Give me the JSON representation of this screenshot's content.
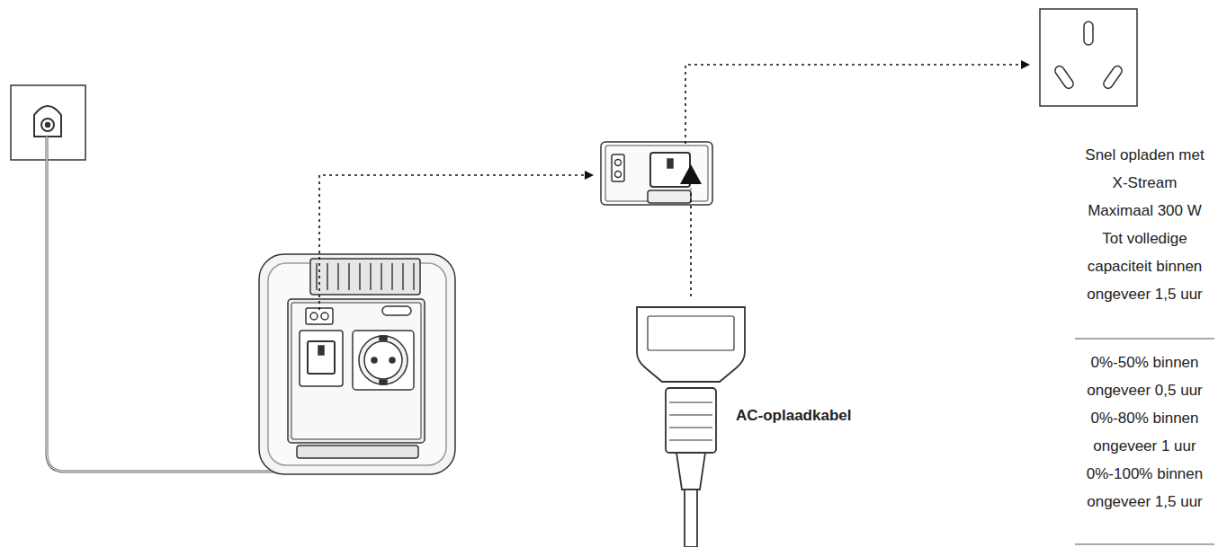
{
  "diagram": {
    "labels": [
      "Snel opladen met X-Stream Maximaal 300 W Tot volledige capaciteit binnen ongeveer 1,5 uur",
      "0%-50% binnen ongeveer 0,5 uur",
      "0%-80% binnen ongeveer 1 uur",
      "0%-100% binnen ongeveer 1,5 uur",
      "AC-oplaadkabel"
    ]
  }
}
